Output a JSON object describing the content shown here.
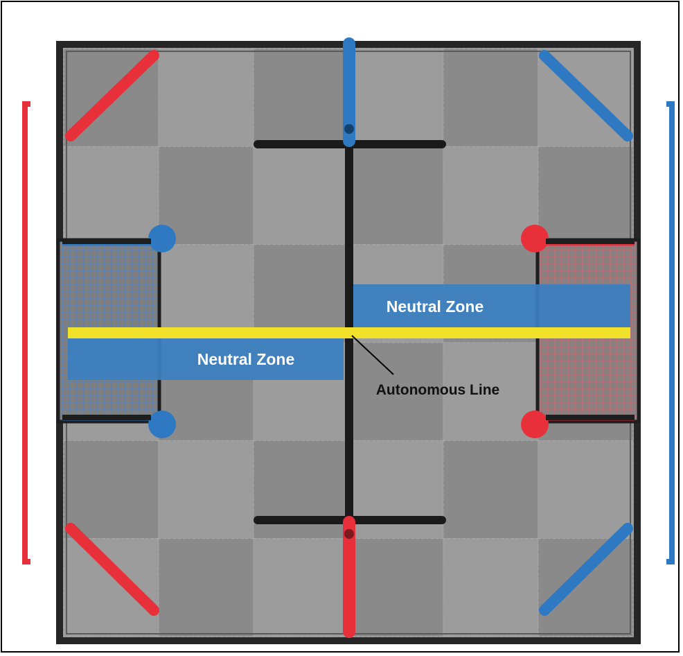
{
  "diagram": {
    "zones": [
      {
        "label": "Neutral Zone",
        "color": "#3a7fc1"
      },
      {
        "label": "Neutral Zone",
        "color": "#3a7fc1"
      }
    ],
    "autonomous_line": {
      "label": "Autonomous Line",
      "color": "#f2e12b"
    },
    "colors": {
      "red": "#e8303b",
      "blue": "#2f78c2",
      "tile_light": "#9c9c9c",
      "tile_dark": "#8a8a8a",
      "frame": "#2b2b2b",
      "neutral_zone": "#3a7fc1",
      "line": "#f2e12b"
    },
    "alliances": {
      "left_bracket": "red",
      "right_bracket": "blue"
    }
  }
}
